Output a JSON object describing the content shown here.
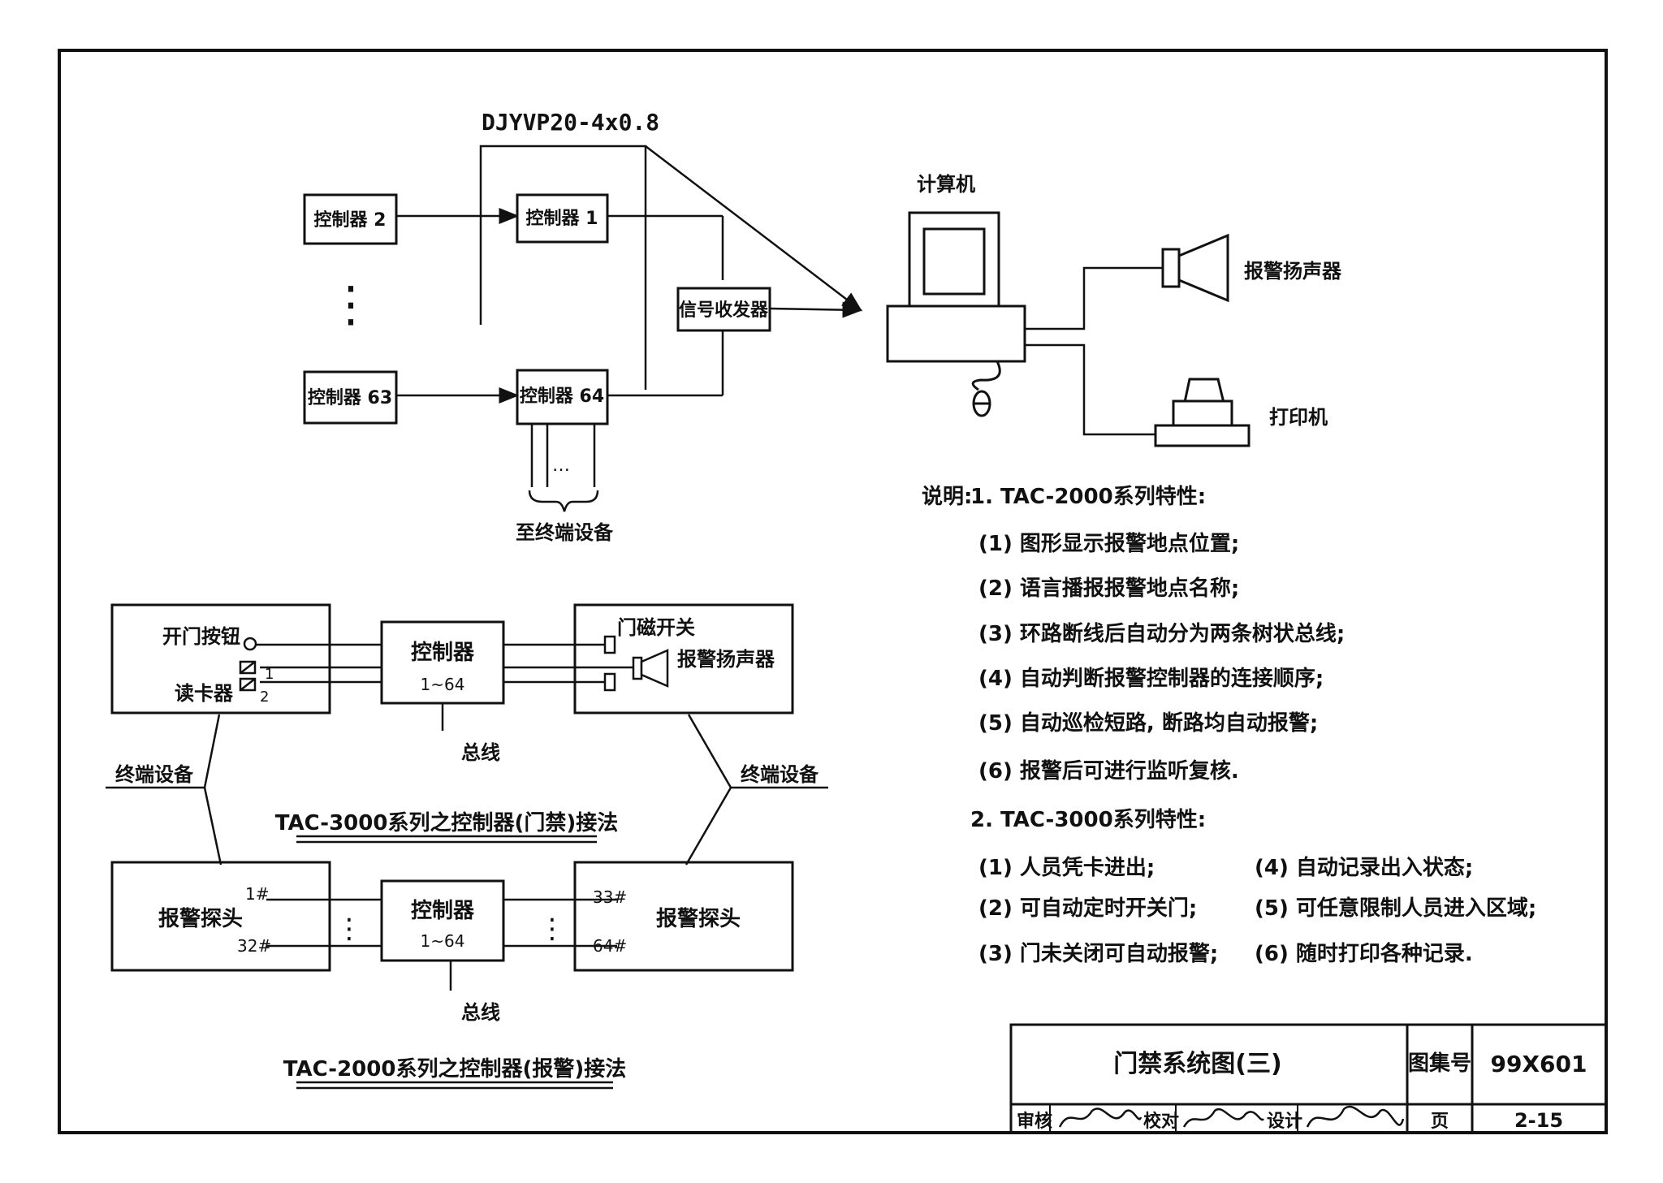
{
  "cable_label": "DJYVP20-4x0.8",
  "top_diagram": {
    "controller_2": "控制器 2",
    "controller_63": "控制器 63",
    "controller_1": "控制器 1",
    "controller_64": "控制器 64",
    "transceiver": "信号收发器",
    "computer": "计算机",
    "alarm_speaker": "报警扬声器",
    "printer": "打印机",
    "to_terminal": "至终端设备",
    "vertical_ellipsis": "⋮",
    "ellipsis": "…"
  },
  "door_diagram": {
    "open_button": "开门按钮",
    "card_reader": "读卡器",
    "controller": "控制器",
    "controller_range": "1~64",
    "door_switch": "门磁开关",
    "alarm_speaker": "报警扬声器",
    "bus": "总线",
    "terminal_left": "终端设备",
    "terminal_right": "终端设备",
    "pin_1": "1",
    "pin_2": "2",
    "caption": "TAC-3000系列之控制器(门禁)接法"
  },
  "alarm_diagram": {
    "probe_left": "报警探头",
    "probe_right": "报警探头",
    "controller": "控制器",
    "controller_range": "1~64",
    "bus": "总线",
    "in_1": "1#",
    "in_32": "32#",
    "in_33": "33#",
    "in_64": "64#",
    "caption": "TAC-2000系列之控制器(报警)接法"
  },
  "notes": {
    "intro": "说明:",
    "s1_title": "1. TAC-2000系列特性:",
    "s1_items": [
      "(1) 图形显示报警地点位置;",
      "(2) 语言播报报警地点名称;",
      "(3) 环路断线后自动分为两条树状总线;",
      "(4) 自动判断报警控制器的连接顺序;",
      "(5) 自动巡检短路, 断路均自动报警;",
      "(6) 报警后可进行监听复核."
    ],
    "s2_title": "2. TAC-3000系列特性:",
    "s2_left": [
      "(1) 人员凭卡进出;",
      "(2) 可自动定时开关门;",
      "(3) 门未关闭可自动报警;"
    ],
    "s2_right": [
      "(4) 自动记录出入状态;",
      "(5) 可任意限制人员进入区域;",
      "(6) 随时打印各种记录."
    ]
  },
  "title_block": {
    "drawing_title": "门禁系统图(三)",
    "atlas_label": "图集号",
    "atlas_no": "99X601",
    "review": "审核",
    "check": "校对",
    "design": "设计",
    "page_label": "页",
    "page_no": "2-15"
  }
}
